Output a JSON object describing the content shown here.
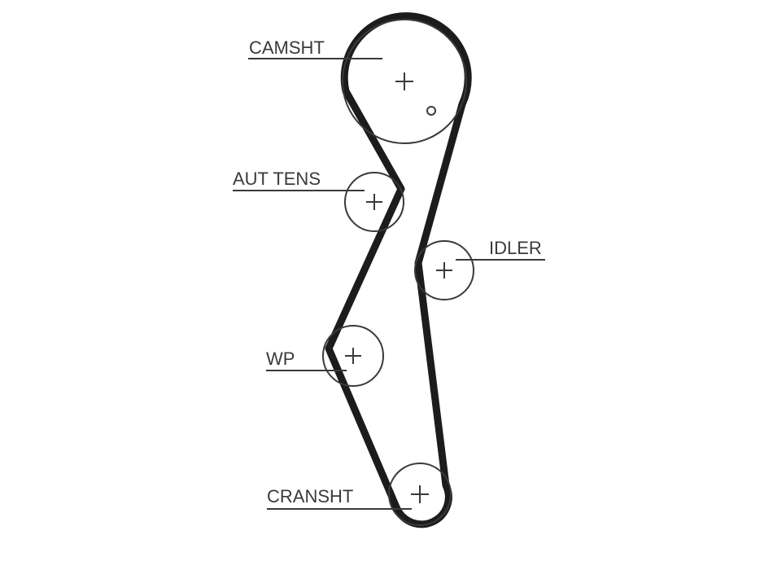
{
  "diagram": {
    "labels": {
      "camshaft": "CAMSHT",
      "auto_tensioner": "AUT TENS",
      "idler": "IDLER",
      "water_pump": "WP",
      "crankshaft": "CRANSHT"
    },
    "colors": {
      "belt": "#1c1c1c",
      "line": "#3a3a3a",
      "background": "#ffffff"
    },
    "icons": {
      "center_mark": "plus-crosshair",
      "timing_mark": "small-circle"
    }
  }
}
